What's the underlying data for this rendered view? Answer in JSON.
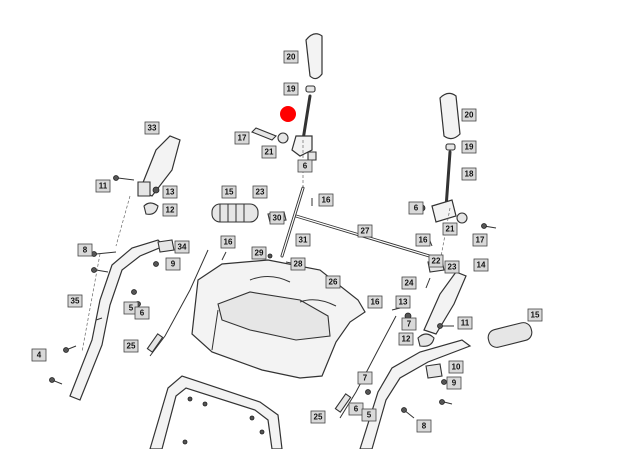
{
  "diagram": {
    "highlight_color": "#ff0000",
    "callouts": [
      "20",
      "19",
      "33",
      "17",
      "21",
      "6",
      "11",
      "13",
      "12",
      "15",
      "23",
      "30",
      "16",
      "31",
      "27",
      "29",
      "28",
      "26",
      "8",
      "34",
      "9",
      "5",
      "35",
      "25",
      "4",
      "18",
      "20",
      "19",
      "14",
      "24",
      "22",
      "10",
      "7"
    ],
    "labels": {
      "l1": "20",
      "l2": "19",
      "l3": "17",
      "l4": "21",
      "l5": "6",
      "l6": "33",
      "l7": "11",
      "l8": "13",
      "l9": "12",
      "l10": "15",
      "l11": "23",
      "l12": "30",
      "l13": "16",
      "l14": "31",
      "l15": "27",
      "l16": "29",
      "l17": "28",
      "l18": "26",
      "l19": "16",
      "l20": "34",
      "l21": "8",
      "l22": "9",
      "l23": "5",
      "l24": "6",
      "l25": "35",
      "l26": "25",
      "l27": "4",
      "l28": "20",
      "l29": "19",
      "l30": "18",
      "l31": "6",
      "l32": "21",
      "l33": "17",
      "l34": "16",
      "l35": "22",
      "l36": "23",
      "l37": "14",
      "l38": "24",
      "l39": "13",
      "l40": "16",
      "l41": "11",
      "l42": "7",
      "l43": "12",
      "l44": "15",
      "l45": "10",
      "l46": "9",
      "l47": "7",
      "l48": "25",
      "l49": "6",
      "l50": "5",
      "l51": "8"
    }
  }
}
